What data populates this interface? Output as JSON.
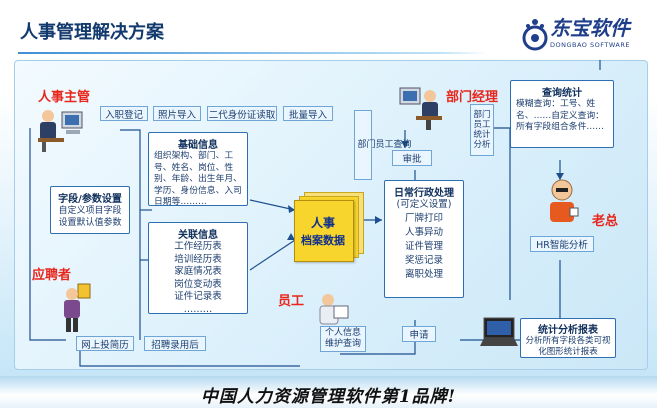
{
  "title": "人事管理解决方案",
  "logo": {
    "cn": "东宝软件",
    "en": "DONGBAO SOFTWARE"
  },
  "roles": {
    "hr_manager": "人事主管",
    "dept_manager": "部门经理",
    "boss": "老总",
    "applicant": "应聘者",
    "employee": "员工"
  },
  "import_tags": [
    "入职登记",
    "照片导入",
    "二代身份证读取",
    "批量导入"
  ],
  "basic_info": {
    "title": "基础信息",
    "body": "组织架构、部门、工号、姓名、岗位、性别、年龄、出生年月、学历、身份信息、入司日期等………"
  },
  "field_config": {
    "title": "字段/参数设置",
    "body": "自定义项目字段设置默认值参数"
  },
  "related_info": {
    "title": "关联信息",
    "items": [
      "工作经历表",
      "培训经历表",
      "家庭情况表",
      "岗位变动表",
      "证件记录表",
      "………"
    ]
  },
  "central": {
    "line1": "人事",
    "line2": "档案数据"
  },
  "dept_query": "部门员工查询",
  "dept_stats": "部门员工统计分析",
  "approval": "审批",
  "daily_admin": {
    "title": "日常行政处理",
    "sub": "(可定义设置)",
    "items": [
      "厂牌打印",
      "人事异动",
      "证件管理",
      "奖惩记录",
      "离职处理"
    ]
  },
  "query_stats": {
    "title": "查询统计",
    "body": "模糊查询：工号、姓名、……自定义查询：所有字段组合条件……"
  },
  "hr_analysis": "HR智能分析",
  "personal_info": "个人信息维护查询",
  "apply": "申请",
  "online_resume": "网上投简历",
  "recruit": "招聘录用后",
  "stat_report": {
    "title": "统计分析报表",
    "body": "分析所有字段各类可视化图形统计报表"
  },
  "slogan": "中国人力资源管理软件第1品牌!",
  "colors": {
    "red": "#e8261c",
    "blue": "#2c6fb3",
    "gold": "#f7d52d"
  }
}
